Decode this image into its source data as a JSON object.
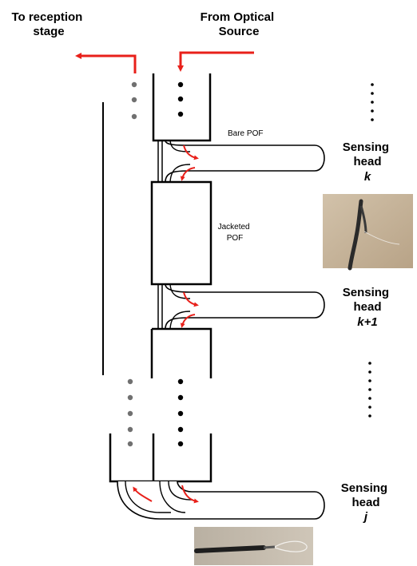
{
  "labels": {
    "to_reception_line1": "To reception",
    "to_reception_line2": "stage",
    "from_source_line1": "From Optical",
    "from_source_line2": "Source",
    "bare_pof": "Bare POF",
    "jacketed_line1": "Jacketed",
    "jacketed_line2": "POF"
  },
  "sensing_heads": [
    {
      "line1": "Sensing",
      "line2": "head",
      "index": "k"
    },
    {
      "line1": "Sensing",
      "line2": "head",
      "index": "k+1"
    },
    {
      "line1": "Sensing",
      "line2": "head",
      "index": "j"
    }
  ],
  "colors": {
    "arrow": "#e8201a",
    "line": "#000000",
    "dot_gray": "#707070",
    "photo_bg": "#c7b59e",
    "photo_bg_bottom": "#bdb2a2"
  }
}
